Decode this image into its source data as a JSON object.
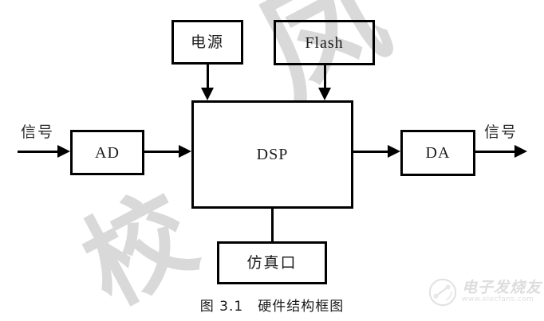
{
  "figure": {
    "caption": "图 3.1　硬件结构框图",
    "title_cn": "硬件结构框图",
    "number": "图 3.1"
  },
  "nodes": {
    "power": {
      "label": "电源",
      "name": "power-supply-block"
    },
    "flash": {
      "label": "Flash",
      "name": "flash-memory-block"
    },
    "dsp": {
      "label": "DSP",
      "name": "dsp-processor-block"
    },
    "ad": {
      "label": "AD",
      "name": "ad-converter-block"
    },
    "da": {
      "label": "DA",
      "name": "da-converter-block"
    },
    "jtag": {
      "label": "仿真口",
      "name": "emulation-port-block"
    }
  },
  "ports": {
    "signal_in": "信号",
    "signal_out": "信号"
  },
  "edges": [
    {
      "id": "signal-in",
      "from": "signal-input",
      "to": "ad",
      "arrow": true,
      "direction": "right"
    },
    {
      "id": "ad-dsp",
      "from": "ad",
      "to": "dsp",
      "arrow": true,
      "direction": "right"
    },
    {
      "id": "dsp-da",
      "from": "dsp",
      "to": "da",
      "arrow": true,
      "direction": "right"
    },
    {
      "id": "signal-out",
      "from": "da",
      "to": "signal-output",
      "arrow": true,
      "direction": "right"
    },
    {
      "id": "power-dsp",
      "from": "power",
      "to": "dsp",
      "arrow": true,
      "direction": "down"
    },
    {
      "id": "flash-dsp",
      "from": "flash",
      "to": "dsp",
      "arrow": true,
      "direction": "down"
    },
    {
      "id": "dsp-jtag",
      "from": "dsp",
      "to": "jtag",
      "arrow": false,
      "direction": "down"
    }
  ],
  "watermarks": {
    "diagonal_top": "凤",
    "diagonal_bottom": "校",
    "logo_cn": "电子发烧友",
    "logo_url": "www.elecfans.com"
  },
  "colors": {
    "stroke": "#000000",
    "text": "#1a1a1a",
    "background": "#ffffff",
    "watermark": "#d9d9d9",
    "logo": "#dddddd"
  }
}
